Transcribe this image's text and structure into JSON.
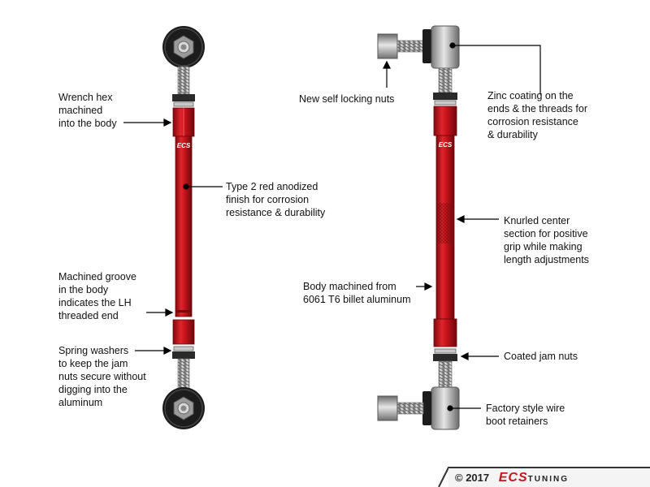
{
  "colors": {
    "anodized_red": "#c8141c",
    "anodized_red_dark": "#8e0a10",
    "zinc": "#b8b8b8",
    "rubber": "#1c1c1c",
    "nut": "#8f8f8f",
    "callout_line": "#000000"
  },
  "callouts": {
    "wrench_hex": "Wrench hex\nmachined\ninto the body",
    "red_anodized": "Type 2 red anodized\nfinish for corrosion\nresistance & durability",
    "groove": "Machined groove\nin the body\nindicates the LH\nthreaded end",
    "spring_washers": "Spring washers\nto keep the jam\nnuts secure without\ndigging into the\naluminum",
    "locking_nuts": "New self locking nuts",
    "zinc_coating": "Zinc coating on the\nends & the threads for\ncorrosion resistance\n& durability",
    "knurled": "Knurled center\nsection for positive\ngrip while making\nlength adjustments",
    "body_machined": "Body machined from\n6061 T6 billet aluminum",
    "jam_nuts": "Coated jam nuts",
    "boot_retainers": "Factory style wire\nboot retainers"
  },
  "rod_logo": "ECS",
  "footer": {
    "copyright": "© 2017",
    "brand": "ECS",
    "brand_suffix": "TUNING"
  }
}
